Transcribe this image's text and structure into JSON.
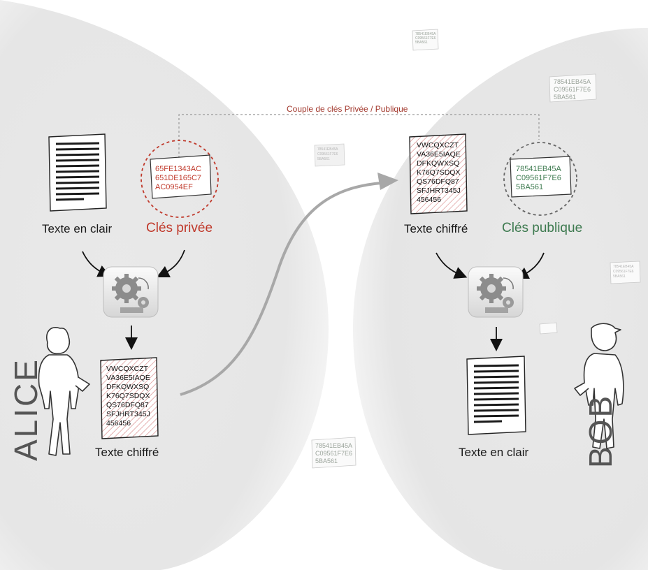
{
  "title": "Couple de clés Privée / Publique",
  "alice": {
    "name": "ALICE",
    "plaintext_label": "Texte en clair",
    "key_label": "Clés privée",
    "key_lines": [
      "65FE1343AC",
      "651DE165C7",
      "AC0954EF"
    ],
    "cipher_label": "Texte chiffré",
    "cipher_lines": [
      "VWCQXCZT",
      "VA36E5IAQE",
      "DFKQWXSQ",
      "K76Q7SDQX",
      "QS76DFQ87",
      "SFJHRT345J",
      "456456"
    ]
  },
  "bob": {
    "name": "BOB",
    "cipher_label": "Texte chiffré",
    "cipher_lines": [
      "VWCQXCZT",
      "VA36E5IAQE",
      "DFKQWXSQ",
      "K76Q7SDQX",
      "QS76DFQ87",
      "SFJHRT345J",
      "456456"
    ],
    "key_label": "Clés publique",
    "key_lines": [
      "78541EB45A",
      "C09561F7E6",
      "5BA561"
    ],
    "plaintext_label": "Texte en clair"
  },
  "floating_keys": [
    {
      "lines": [
        "78541EB45A",
        "C09561F7E6",
        "5BA561"
      ]
    },
    {
      "lines": [
        "78541EB45A",
        "C09561F7E6",
        "5BA561"
      ]
    },
    {
      "lines": [
        "78541EB45A",
        "C09561F7E6",
        "5BA561"
      ]
    },
    {
      "lines": [
        "78541EB45A",
        "C09561F7E6",
        "5BA561"
      ]
    },
    {
      "lines": [
        "78541EB45A",
        "C09561F7E6",
        "5BA561"
      ]
    }
  ],
  "colors": {
    "private_key": "#c0392b",
    "public_key": "#3d7a4f",
    "arrow": "#a8a8a8",
    "bubble": "#e2e2e2"
  }
}
